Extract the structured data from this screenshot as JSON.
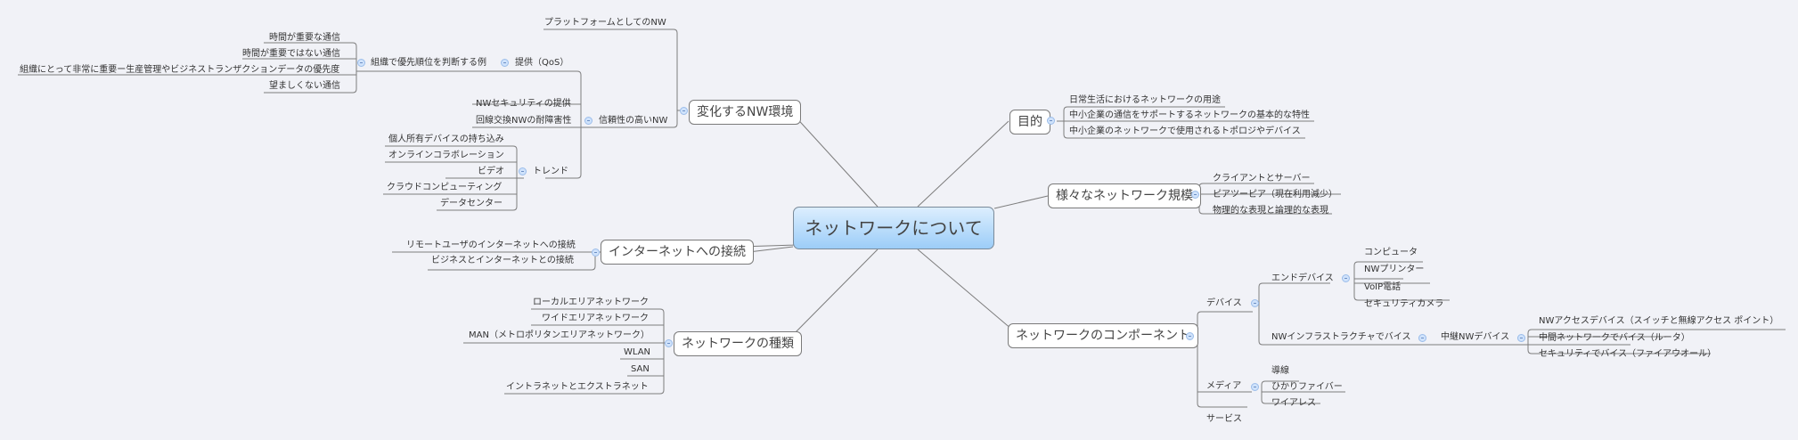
{
  "central": "ネットワークについて",
  "left": {
    "changing_env": {
      "label": "変化するNW環境",
      "platform": "プラットフォームとしてのNW",
      "reliable": {
        "label": "信頼性の高いNW",
        "qos": {
          "label": "提供（QoS）",
          "priority": {
            "label": "組織で優先順位を判断する例",
            "items": [
              "時間が重要な通信",
              "時間が重要ではない通信",
              "組織にとって非常に重要ー生産管理やビジネストランザクションデータの優先度",
              "望ましくない通信"
            ]
          }
        },
        "security": "NWセキュリティの提供",
        "fault": "回線交換NWの耐障害性"
      },
      "trend": {
        "label": "トレンド",
        "items": [
          "個人所有デバイスの持ち込み",
          "オンラインコラボレーション",
          "ビデオ",
          "クラウドコンピューティング",
          "データセンター"
        ]
      }
    },
    "internet": {
      "label": "インターネットへの接続",
      "items": [
        "リモートユーザのインターネットへの接続",
        "ビジネスとインターネットとの接続"
      ]
    },
    "types": {
      "label": "ネットワークの種類",
      "items": [
        "ローカルエリアネットワーク",
        "ワイドエリアネットワーク",
        "MAN（メトロポリタンエリアネットワーク）",
        "WLAN",
        "SAN",
        "イントラネットとエクストラネット"
      ]
    }
  },
  "right": {
    "purpose": {
      "label": "目的",
      "items": [
        "日常生活におけるネットワークの用途",
        "中小企業の通信をサポートするネットワークの基本的な特性",
        "中小企業のネットワークで使用されるトポロジやデバイス"
      ]
    },
    "scale": {
      "label": "様々なネットワーク規模",
      "items": [
        "クライアントとサーバー",
        "ピアツーピア（現在利用減少）",
        "物理的な表現と論理的な表現"
      ]
    },
    "components": {
      "label": "ネットワークのコンポーネント",
      "devices": {
        "label": "デバイス",
        "end": {
          "label": "エンドデバイス",
          "items": [
            "コンピュータ",
            "NWプリンター",
            "VoIP電話",
            "セキュリティカメラ"
          ]
        },
        "infra": {
          "label": "NWインフラストラクチャでバイス",
          "relay": {
            "label": "中継NWデバイス",
            "items": [
              "NWアクセスデバイス（スイッチと無線アクセス ポイント）",
              "中間ネットワークでバイス（ルータ）",
              "セキュリティでバイス（ファイアウオール）"
            ]
          }
        }
      },
      "media": {
        "label": "メディア",
        "items": [
          "導線",
          "ひかりファイバー",
          "ワイアレス"
        ]
      },
      "services": "サービス"
    }
  }
}
